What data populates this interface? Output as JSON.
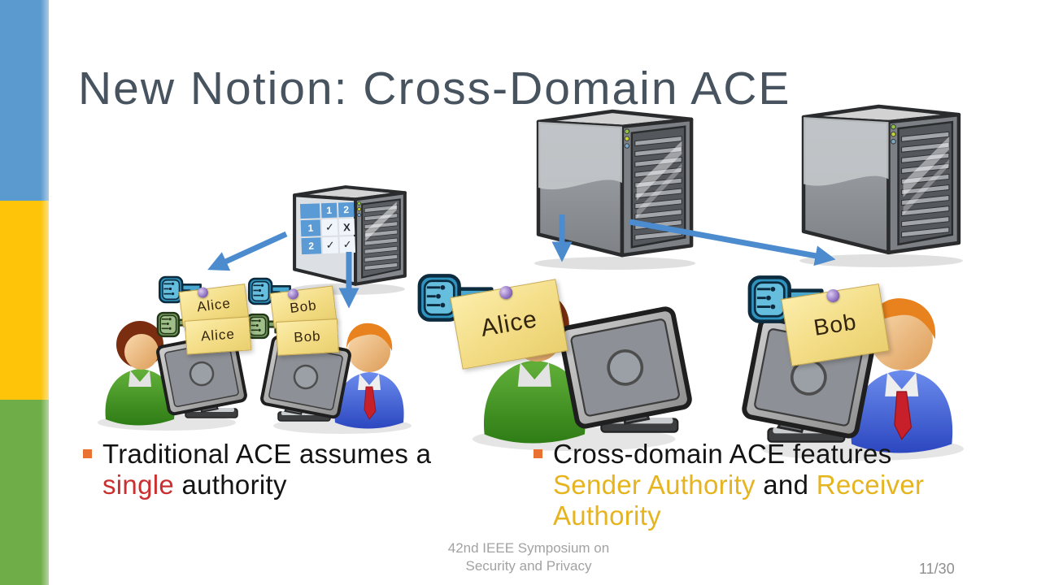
{
  "slide": {
    "title": "New Notion: Cross-Domain ACE",
    "footer_line1": "42nd IEEE Symposium on",
    "footer_line2": "Security and Privacy",
    "page_number": "11/30"
  },
  "access_matrix": {
    "corner": "",
    "col_headers": [
      "1",
      "2"
    ],
    "rows": [
      {
        "header": "1",
        "cells": [
          "✓",
          "X"
        ]
      },
      {
        "header": "2",
        "cells": [
          "✓",
          "✓"
        ]
      }
    ]
  },
  "name_tags": {
    "left_user_keys": [
      "Alice",
      "Alice"
    ],
    "right_user_keys": [
      "Bob",
      "Bob"
    ],
    "sender_domain_user": "Alice",
    "receiver_domain_user": "Bob"
  },
  "bullets": {
    "left": {
      "parts": [
        {
          "text": "Traditional ACE assumes a "
        },
        {
          "text": "single",
          "emphasis": "red"
        },
        {
          "text": " authority"
        }
      ]
    },
    "right": {
      "parts": [
        {
          "text": "Cross-domain ACE features "
        },
        {
          "text": "Sender Authority",
          "emphasis": "gold"
        },
        {
          "text": " and "
        },
        {
          "text": "Receiver Authority",
          "emphasis": "gold"
        }
      ]
    }
  },
  "icons": {
    "key": "circuit-key-icon",
    "server": "tower-server-icon",
    "monitor": "monitor-back-icon",
    "note": "sticky-note-name-tag",
    "pin": "push-pin-icon"
  },
  "colors": {
    "sidebar_blue": "#5b9ace",
    "sidebar_yellow": "#fdc40a",
    "sidebar_green": "#6fad49",
    "title_text": "#47535e",
    "bullet_marker": "#e97132",
    "emphasis_red": "#cc2f2f",
    "emphasis_gold": "#e6b41e",
    "arrow_blue": "#4b8bce",
    "matrix_header_blue": "#5b9bd5",
    "note_yellow": "#f3dc85",
    "footer_gray": "#a2a2a2"
  }
}
